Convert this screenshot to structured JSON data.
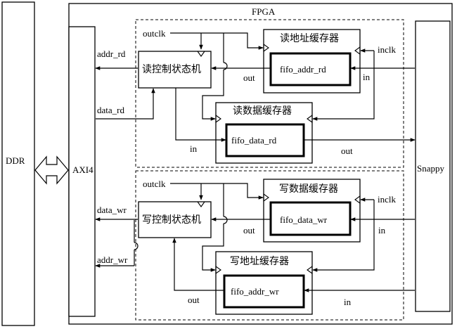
{
  "blocks": {
    "ddr": "DDR",
    "axi4": "AXI4",
    "fpga": "FPGA",
    "snappy": "Snappy"
  },
  "read_section": {
    "controller": "读控制状态机",
    "addr_buffer_title": "读地址缓存器",
    "addr_fifo": "fifo_addr_rd",
    "data_buffer_title": "读数据缓存器",
    "data_fifo": "fifo_data_rd",
    "outclk": "outclk",
    "inclk": "inclk",
    "addr_signal": "addr_rd",
    "data_signal": "data_rd",
    "addr_out": "out",
    "addr_in": "in",
    "data_in": "in",
    "data_out": "out"
  },
  "write_section": {
    "controller": "写控制状态机",
    "data_buffer_title": "写数据缓存器",
    "data_fifo": "fifo_data_wr",
    "addr_buffer_title": "写地址缓存器",
    "addr_fifo": "fifo_addr_wr",
    "outclk": "outclk",
    "inclk": "inclk",
    "data_signal": "data_wr",
    "addr_signal": "addr_wr",
    "data_out": "out",
    "data_in": "in",
    "addr_out": "out",
    "addr_in": "in"
  }
}
